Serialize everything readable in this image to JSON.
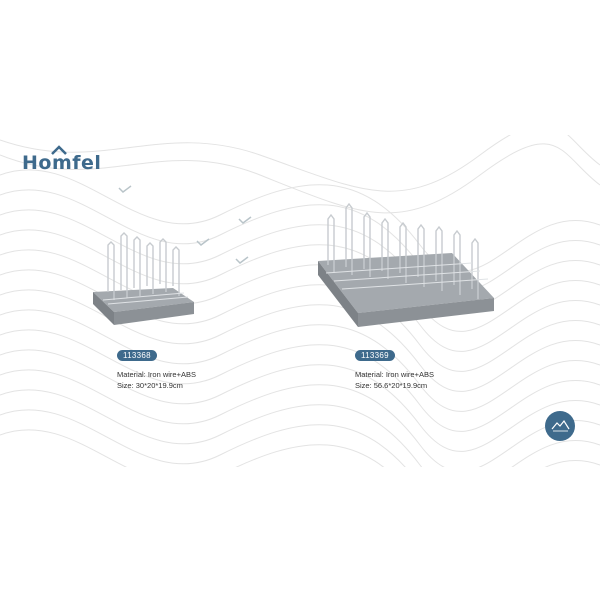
{
  "brand": {
    "name": "Homfel",
    "color": "#3e6a8c"
  },
  "products": [
    {
      "code": "113368",
      "material": "Material: Iron wire+ABS",
      "size": "Size: 30*20*19.9cm"
    },
    {
      "code": "113369",
      "material": "Material: Iron wire+ABS",
      "size": "Size: 56.6*20*19.9cm"
    }
  ],
  "icons": {
    "bottom_right": "mountain-badge-icon",
    "decor": "checkmark-bird-icon"
  }
}
